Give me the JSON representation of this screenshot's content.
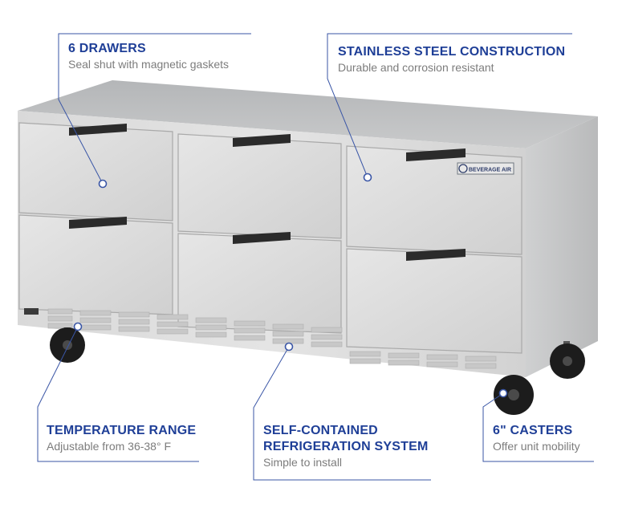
{
  "brand_colors": {
    "title_blue": "#1f3f97",
    "line_blue": "#3a56a6",
    "sub_gray": "#7c7c7c"
  },
  "product": {
    "badge_text": "BEVERAGE AIR"
  },
  "callouts": {
    "drawers": {
      "title": "6 DRAWERS",
      "subtitle": "Seal shut with magnetic gaskets"
    },
    "construction": {
      "title": "STAINLESS STEEL CONSTRUCTION",
      "subtitle": "Durable and corrosion resistant"
    },
    "temperature": {
      "title": "TEMPERATURE RANGE",
      "subtitle": "Adjustable from 36-38° F"
    },
    "refrigeration": {
      "title_line1": "SELF-CONTAINED",
      "title_line2": "REFRIGERATION SYSTEM",
      "subtitle": "Simple to install"
    },
    "casters": {
      "title": "6\" CASTERS",
      "subtitle": "Offer unit mobility"
    }
  }
}
